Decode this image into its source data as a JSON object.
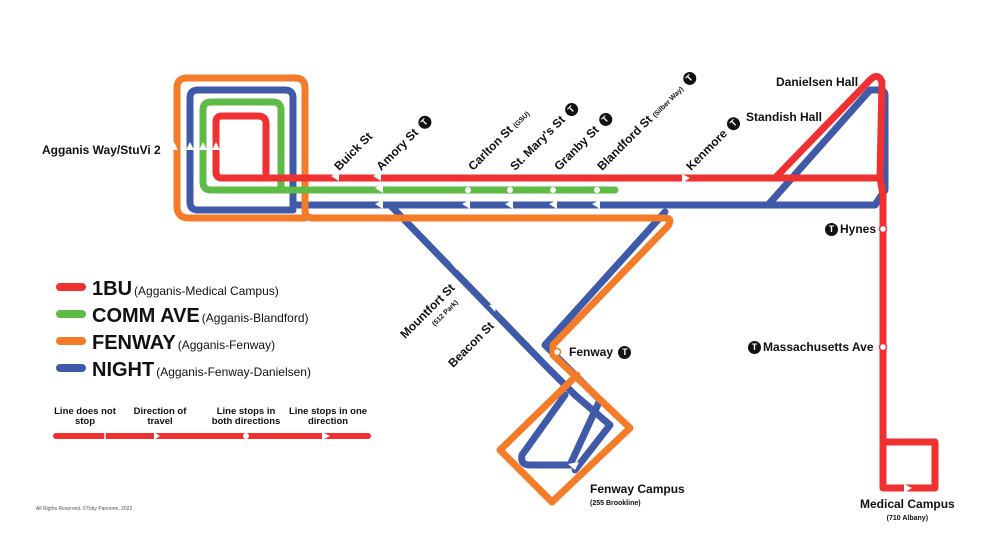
{
  "colors": {
    "bu1": "#ef3131",
    "comm": "#5dbb46",
    "fenway": "#f47b27",
    "night": "#3f5aa8",
    "text": "#111111"
  },
  "stations": {
    "agganis": "Agganis Way/StuVi 2",
    "buick": "Buick St",
    "amory": "Amory St",
    "carlton": "Carlton St",
    "carlton_sub": "(GSU)",
    "st_marys": "St. Mary's St",
    "granby": "Granby St",
    "blandford": "Blandford St",
    "blandford_sub": "(Silber Way)",
    "kenmore": "Kenmore",
    "danielsen": "Danielsen Hall",
    "standish": "Standish Hall",
    "hynes": "Hynes",
    "mountfort": "Mountfort St",
    "mountfort_sub": "(512 Park)",
    "beacon": "Beacon St",
    "fenway": "Fenway",
    "mass_ave": "Massachusetts Ave",
    "fenway_campus": "Fenway Campus",
    "fenway_campus_sub": "(255 Brookline)",
    "medical_campus": "Medical Campus",
    "medical_campus_sub": "(710 Albany)"
  },
  "t_icon": "T",
  "legend": [
    {
      "name": "1BU",
      "desc": "(Agganis-Medical Campus)",
      "color": "#ef3131"
    },
    {
      "name": "COMM AVE",
      "desc": "(Agganis-Blandford)",
      "color": "#5dbb46"
    },
    {
      "name": "FENWAY",
      "desc": "(Agganis-Fenway)",
      "color": "#f47b27"
    },
    {
      "name": "NIGHT",
      "desc": "(Agganis-Fenway-Danielsen)",
      "color": "#3f5aa8"
    }
  ],
  "key": {
    "no_stop": "Line does not stop",
    "direction": "Direction of travel",
    "both": "Line stops in both directions",
    "one": "Line stops in one direction"
  },
  "copyright": "All Rights Reserved. ©Toby Pannone, 2022"
}
